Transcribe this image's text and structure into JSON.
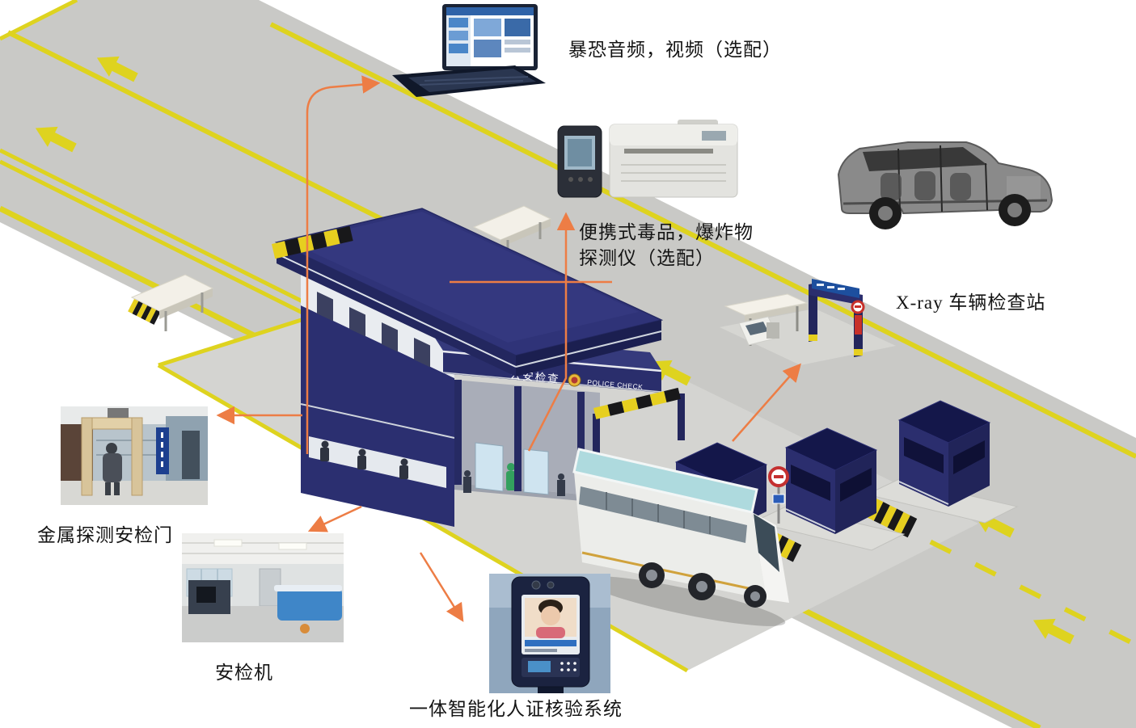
{
  "labels": {
    "audio_video": "暴恐音频，视频（选配）",
    "portable_detector_line1": "便携式毒品，爆炸物",
    "portable_detector_line2": "探测仪（选配）",
    "xray_station": "X-ray 车辆检查站",
    "metal_detector": "金属探测安检门",
    "baggage_scanner": "安检机",
    "id_verification": "一体智能化人证核验系统"
  },
  "building_sign": {
    "cn": "公安检查",
    "en": "POLICE CHECK"
  },
  "colors": {
    "building_navy": "#2b2e6e",
    "road_gray": "#c9c9c6",
    "plaza_gray": "#d4d4d1",
    "lane_yellow": "#ded31f",
    "connector_orange": "#ed7d45",
    "bus_roof_teal": "#aedade"
  }
}
